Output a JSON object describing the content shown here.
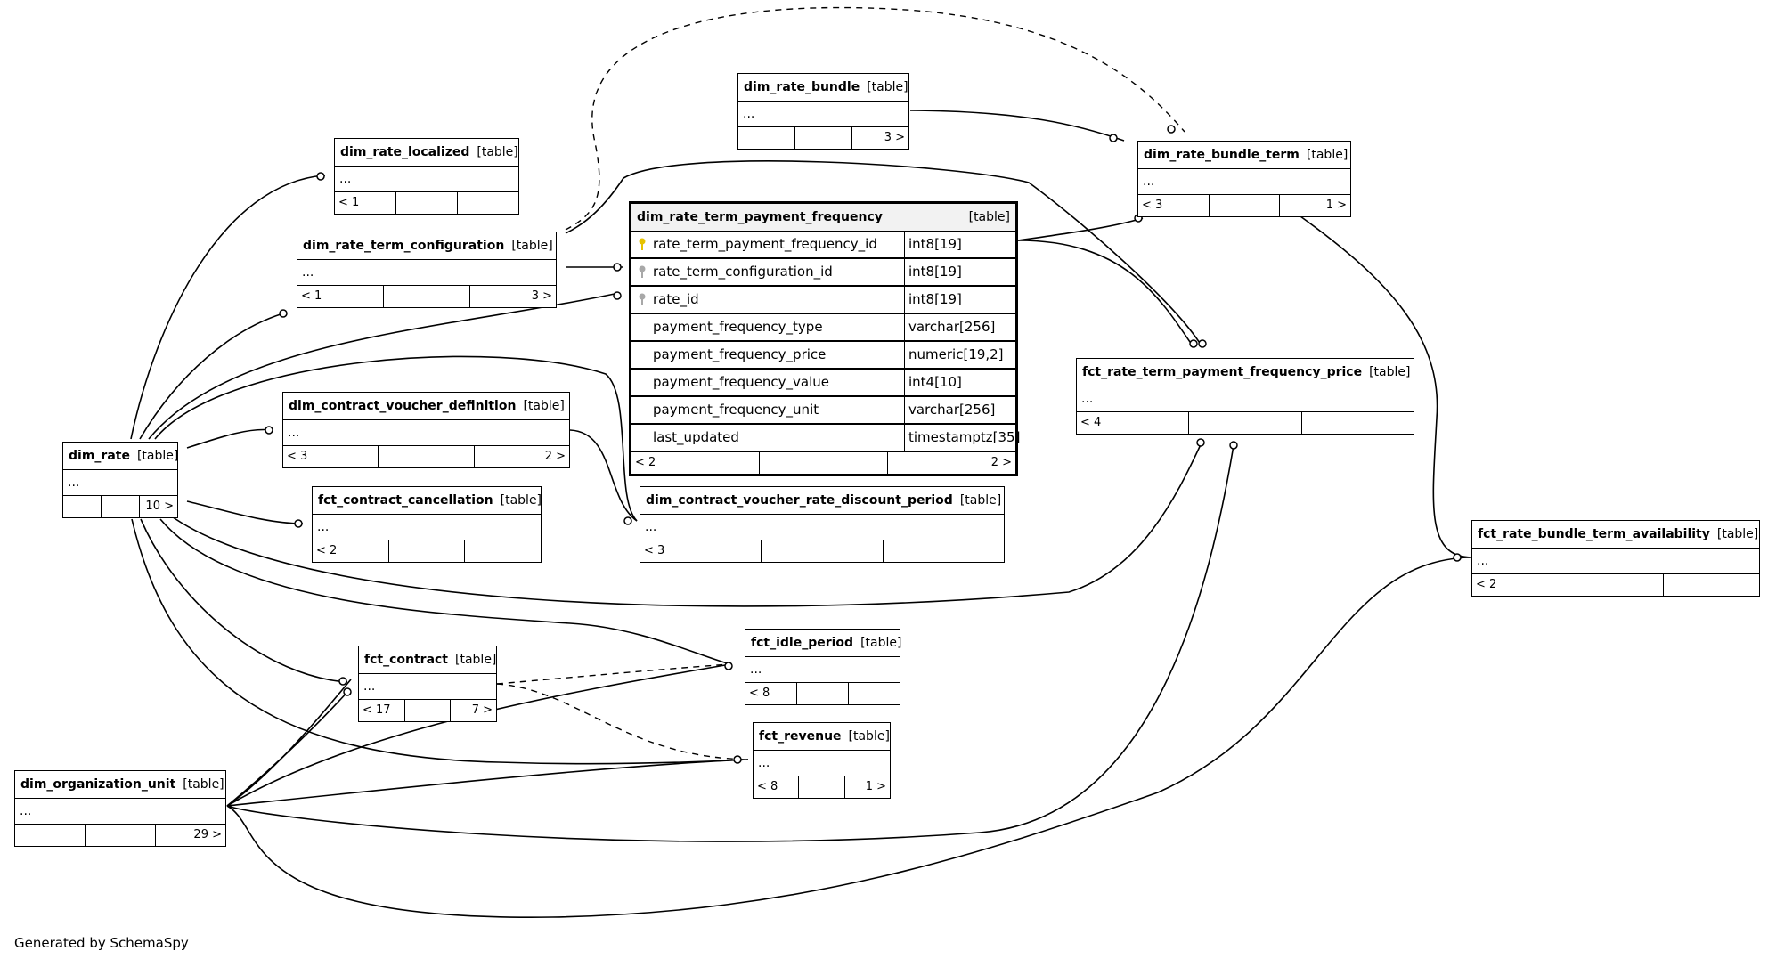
{
  "colors": {
    "line": "#000000",
    "pk_key": "#e6c200",
    "fk_key": "#a8a8a8",
    "header_focus": "#f2f2f2"
  },
  "footer": {
    "generated_by": "Generated by SchemaSpy"
  },
  "tables": {
    "dim_rate_localized": {
      "name": "dim_rate_localized",
      "type": "[table]",
      "body": "...",
      "foot": [
        "< 1",
        "",
        ""
      ]
    },
    "dim_rate_term_configuration": {
      "name": "dim_rate_term_configuration",
      "type": "[table]",
      "body": "...",
      "foot": [
        "< 1",
        "",
        "3 >"
      ]
    },
    "dim_rate_bundle": {
      "name": "dim_rate_bundle",
      "type": "[table]",
      "body": "...",
      "foot": [
        "",
        "",
        "3 >"
      ]
    },
    "dim_rate_bundle_term": {
      "name": "dim_rate_bundle_term",
      "type": "[table]",
      "body": "...",
      "foot": [
        "< 3",
        "",
        "1 >"
      ]
    },
    "dim_rate": {
      "name": "dim_rate",
      "type": "[table]",
      "body": "...",
      "foot": [
        "",
        "",
        "10 >"
      ]
    },
    "dim_contract_voucher_definition": {
      "name": "dim_contract_voucher_definition",
      "type": "[table]",
      "body": "...",
      "foot": [
        "< 3",
        "",
        "2 >"
      ]
    },
    "fct_contract_cancellation": {
      "name": "fct_contract_cancellation",
      "type": "[table]",
      "body": "...",
      "foot": [
        "< 2",
        "",
        ""
      ]
    },
    "dim_contract_voucher_rate_discount_period": {
      "name": "dim_contract_voucher_rate_discount_period",
      "type": "[table]",
      "body": "...",
      "foot": [
        "< 3",
        "",
        ""
      ]
    },
    "fct_rate_term_payment_frequency_price": {
      "name": "fct_rate_term_payment_frequency_price",
      "type": "[table]",
      "body": "...",
      "foot": [
        "< 4",
        "",
        ""
      ]
    },
    "fct_rate_bundle_term_availability": {
      "name": "fct_rate_bundle_term_availability",
      "type": "[table]",
      "body": "...",
      "foot": [
        "< 2",
        "",
        ""
      ]
    },
    "fct_idle_period": {
      "name": "fct_idle_period",
      "type": "[table]",
      "body": "...",
      "foot": [
        "< 8",
        "",
        ""
      ]
    },
    "fct_contract": {
      "name": "fct_contract",
      "type": "[table]",
      "body": "...",
      "foot": [
        "< 17",
        "",
        "7 >"
      ]
    },
    "fct_revenue": {
      "name": "fct_revenue",
      "type": "[table]",
      "body": "...",
      "foot": [
        "< 8",
        "",
        "1 >"
      ]
    },
    "dim_organization_unit": {
      "name": "dim_organization_unit",
      "type": "[table]",
      "body": "...",
      "foot": [
        "",
        "",
        "29 >"
      ]
    }
  },
  "focus_table": {
    "name": "dim_rate_term_payment_frequency",
    "type": "[table]",
    "columns": [
      {
        "name": "rate_term_payment_frequency_id",
        "type": "int8[19]",
        "key": "primary"
      },
      {
        "name": "rate_term_configuration_id",
        "type": "int8[19]",
        "key": "foreign"
      },
      {
        "name": "rate_id",
        "type": "int8[19]",
        "key": "foreign"
      },
      {
        "name": "payment_frequency_type",
        "type": "varchar[256]",
        "key": ""
      },
      {
        "name": "payment_frequency_price",
        "type": "numeric[19,2]",
        "key": ""
      },
      {
        "name": "payment_frequency_value",
        "type": "int4[10]",
        "key": ""
      },
      {
        "name": "payment_frequency_unit",
        "type": "varchar[256]",
        "key": ""
      },
      {
        "name": "last_updated",
        "type": "timestamptz[35]",
        "key": ""
      }
    ],
    "foot": [
      "< 2",
      "",
      "2 >"
    ]
  }
}
